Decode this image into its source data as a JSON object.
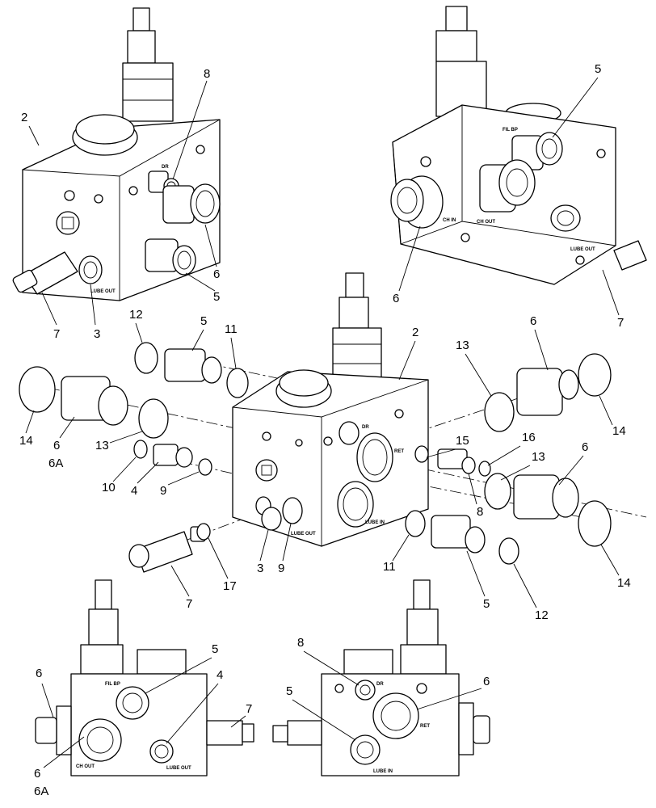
{
  "stamps": {
    "dr": "DR",
    "lube_out": "LUBE OUT",
    "fil_bp": "FIL BP",
    "ch_out": "CH OUT",
    "ch_in": "CH IN",
    "ret": "RET",
    "lube_in": "LUBE IN"
  },
  "callouts": {
    "tl": {
      "c8": "8",
      "c2": "2",
      "c6": "6",
      "c5": "5",
      "c7": "7",
      "c3": "3"
    },
    "tr": {
      "c5": "5",
      "c6": "6",
      "c7": "7"
    },
    "mid": {
      "c12a": "12",
      "c5a": "5",
      "c11a": "11",
      "c2": "2",
      "c14a": "14",
      "c6a": "6",
      "c6A": "6A",
      "c13a": "13",
      "c10": "10",
      "c4": "4",
      "c9a": "9",
      "c3": "3",
      "c9b": "9",
      "c7": "7",
      "c17": "17",
      "c13b": "13",
      "c6b": "6",
      "c14b": "14",
      "c15": "15",
      "c16": "16",
      "c13c": "13",
      "c6c": "6",
      "c8": "8",
      "c11b": "11",
      "c5b": "5",
      "c12b": "12",
      "c14c": "14"
    },
    "bl": {
      "c5": "5",
      "c4": "4",
      "c6": "6",
      "c7": "7",
      "c6b": "6",
      "c6A": "6A"
    },
    "br": {
      "c8": "8",
      "c5": "5",
      "c6": "6"
    }
  }
}
